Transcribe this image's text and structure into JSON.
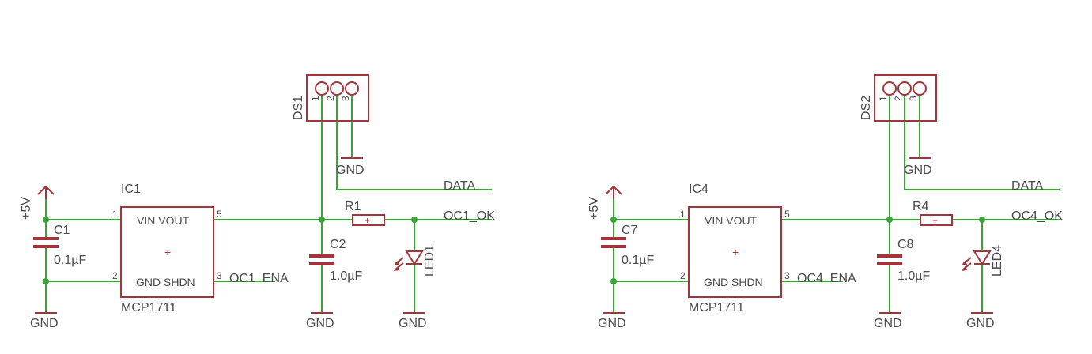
{
  "colors": {
    "wire": "#3aa536",
    "part": "#a3353a",
    "text": "#4a4a4a"
  },
  "left": {
    "connector": {
      "name": "DS1",
      "pins": [
        "1",
        "2",
        "3"
      ]
    },
    "power": "+5V",
    "c_in": {
      "name": "C1",
      "value": "0.1µF"
    },
    "regulator": {
      "name": "IC1",
      "part": "MCP1711",
      "vin_vout": "VIN  VOUT",
      "gnd_shdn": "GND SHDN",
      "pin1": "1",
      "pin2": "2",
      "pin3": "3",
      "pin5": "5"
    },
    "c_out": {
      "name": "C2",
      "value": "1.0µF"
    },
    "resistor": {
      "name": "R1"
    },
    "led": {
      "name": "LED1"
    },
    "nets": {
      "data": "DATA",
      "ok": "OC1_OK",
      "ena": "OC1_ENA",
      "gnd": "GND"
    }
  },
  "right": {
    "connector": {
      "name": "DS2",
      "pins": [
        "1",
        "2",
        "3"
      ]
    },
    "power": "+5V",
    "c_in": {
      "name": "C7",
      "value": "0.1µF"
    },
    "regulator": {
      "name": "IC4",
      "part": "MCP1711",
      "vin_vout": "VIN  VOUT",
      "gnd_shdn": "GND SHDN",
      "pin1": "1",
      "pin2": "2",
      "pin3": "3",
      "pin5": "5"
    },
    "c_out": {
      "name": "C8",
      "value": "1.0µF"
    },
    "resistor": {
      "name": "R4"
    },
    "led": {
      "name": "LED4"
    },
    "nets": {
      "data": "DATA",
      "ok": "OC4_OK",
      "ena": "OC4_ENA",
      "gnd": "GND"
    }
  }
}
